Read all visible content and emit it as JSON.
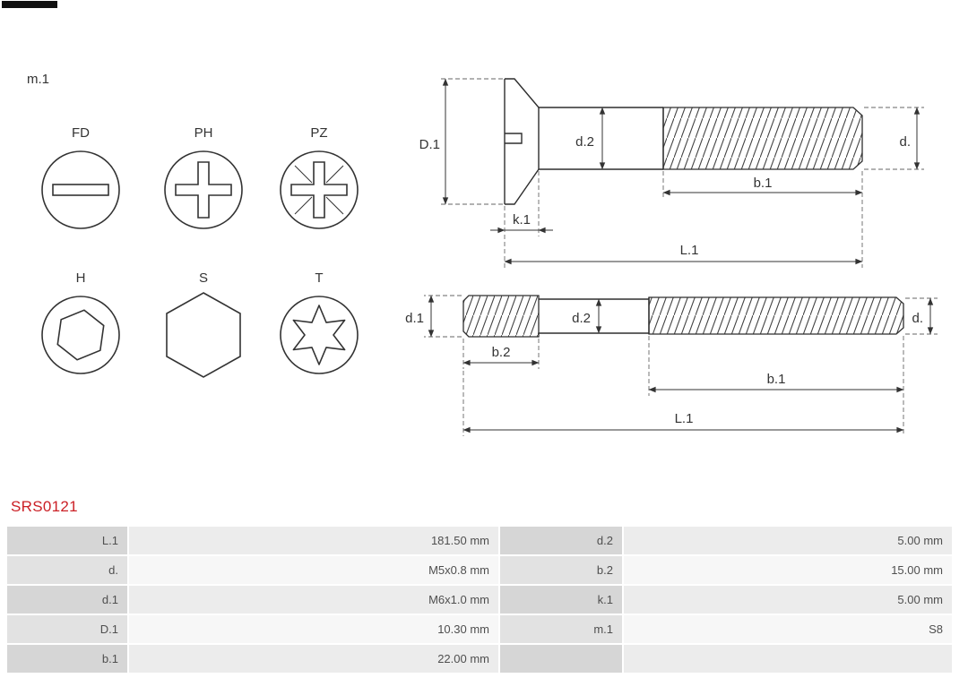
{
  "figure": {
    "m1_label": "m.1",
    "head_types": [
      {
        "label": "FD"
      },
      {
        "label": "PH"
      },
      {
        "label": "PZ"
      },
      {
        "label": "H"
      },
      {
        "label": "S"
      },
      {
        "label": "T"
      }
    ],
    "countersunk_screw": {
      "dim_D1": "D.1",
      "dim_d2": "d.2",
      "dim_d": "d.",
      "dim_b1": "b.1",
      "dim_k1": "k.1",
      "dim_L1": "L.1"
    },
    "stud": {
      "dim_d1": "d.1",
      "dim_d2": "d.2",
      "dim_d": "d.",
      "dim_b2": "b.2",
      "dim_b1": "b.1",
      "dim_L1": "L.1"
    }
  },
  "product": {
    "code": "SRS0121",
    "code_color": "#cb2026"
  },
  "spec_table": {
    "rows": [
      {
        "label_left": "L.1",
        "value_left": "181.50 mm",
        "label_right": "d.2",
        "value_right": "5.00 mm"
      },
      {
        "label_left": "d.",
        "value_left": "M5x0.8 mm",
        "label_right": "b.2",
        "value_right": "15.00 mm"
      },
      {
        "label_left": "d.1",
        "value_left": "M6x1.0 mm",
        "label_right": "k.1",
        "value_right": "5.00 mm"
      },
      {
        "label_left": "D.1",
        "value_left": "10.30 mm",
        "label_right": "m.1",
        "value_right": "S8"
      },
      {
        "label_left": "b.1",
        "value_left": "22.00 mm",
        "label_right": "",
        "value_right": ""
      }
    ]
  }
}
